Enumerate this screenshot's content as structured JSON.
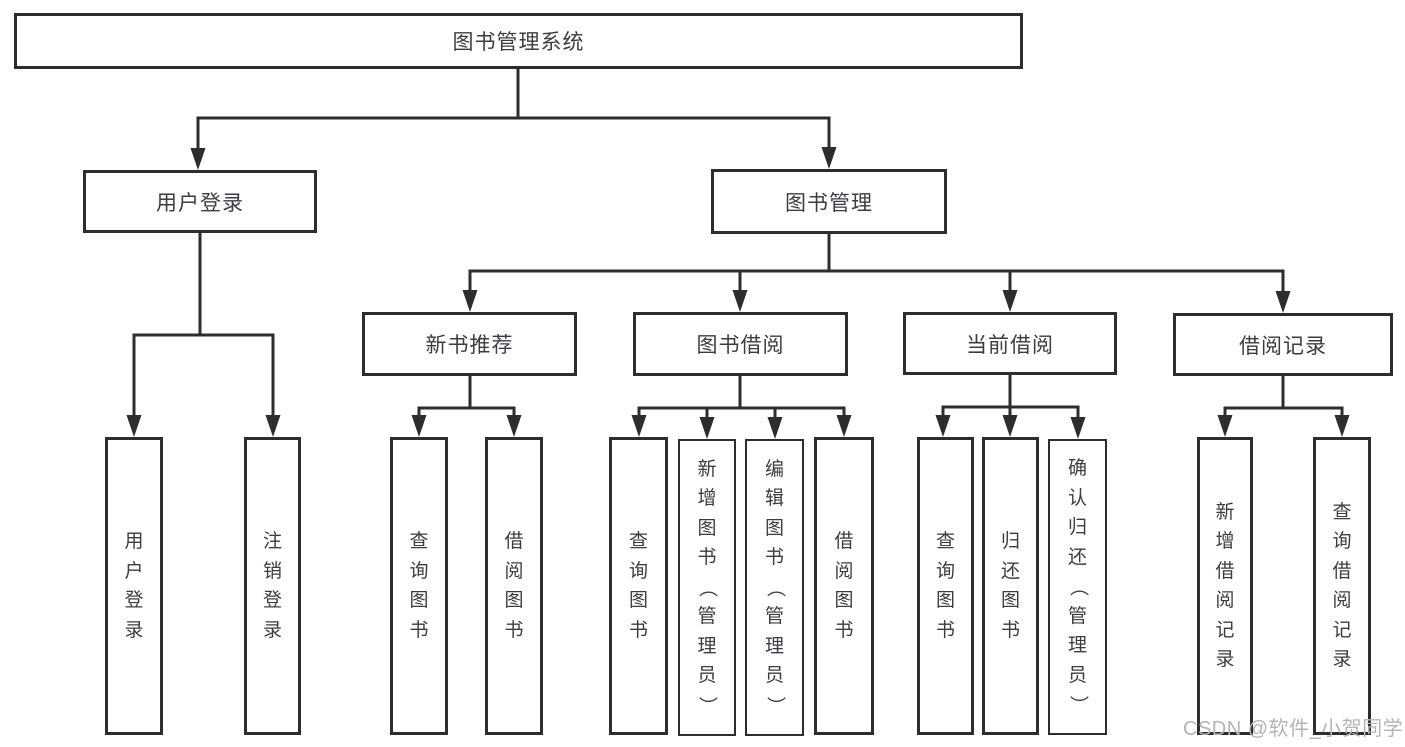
{
  "diagram_title": "图书管理系统",
  "nodes": {
    "root": "图书管理系统",
    "user_login": "用户登录",
    "book_mgmt": "图书管理",
    "new_book": "新书推荐",
    "book_borrow": "图书借阅",
    "current_borrow": "当前借阅",
    "borrow_record": "借阅记录",
    "leaf_user_login": "用户登录",
    "leaf_logout": "注销登录",
    "nb_query": "查询图书",
    "nb_borrow": "借阅图书",
    "bb_query": "查询图书",
    "bb_add": "新增图书（管理员）",
    "bb_edit": "编辑图书（管理员）",
    "bb_borrow": "借阅图书",
    "cb_query": "查询图书",
    "cb_return": "归还图书",
    "cb_confirm": "确认归还（管理员）",
    "br_add": "新增借阅记录",
    "br_query": "查询借阅记录"
  },
  "structure": {
    "root": [
      "user_login",
      "book_mgmt"
    ],
    "user_login": [
      "leaf_user_login",
      "leaf_logout"
    ],
    "book_mgmt": [
      "new_book",
      "book_borrow",
      "current_borrow",
      "borrow_record"
    ],
    "new_book": [
      "nb_query",
      "nb_borrow"
    ],
    "book_borrow": [
      "bb_query",
      "bb_add",
      "bb_edit",
      "bb_borrow"
    ],
    "current_borrow": [
      "cb_query",
      "cb_return",
      "cb_confirm"
    ],
    "borrow_record": [
      "br_add",
      "br_query"
    ]
  },
  "colors": {
    "line": "#2d2d2d",
    "box_border": "#2d2d2d",
    "text": "#3b3d42",
    "watermark": "#b4b4b4",
    "background": "#ffffff"
  },
  "watermark": "CSDN @软件_小贺同学"
}
